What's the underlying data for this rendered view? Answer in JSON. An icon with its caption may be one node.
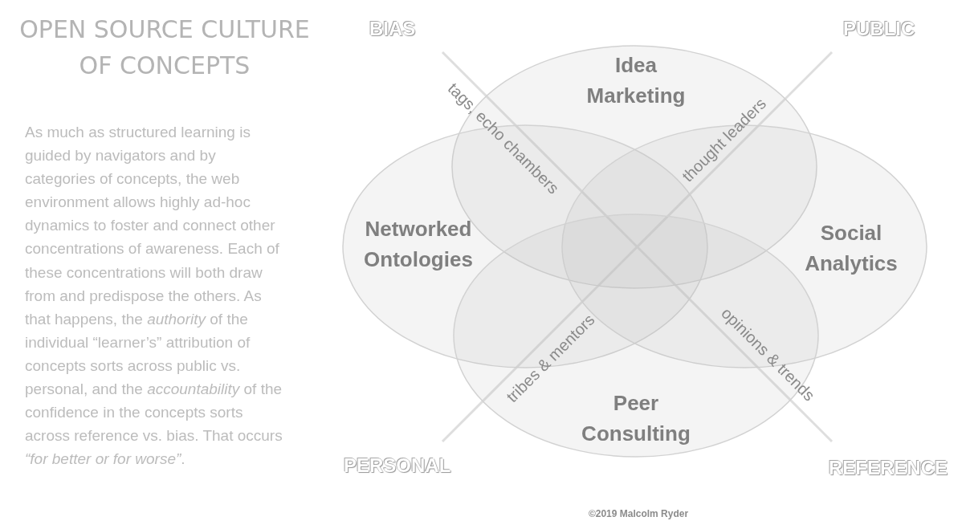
{
  "diagram": {
    "title": "OPEN SOURCE CULTURE OF CONCEPTS",
    "caption": "©2019 Malcolm Ryder",
    "nodes": [
      {
        "text": [
          "Idea Marketing"
        ]
      },
      {
        "text": [
          "Networked Ontologies"
        ]
      },
      {
        "text": [
          "Social Analytics"
        ]
      },
      {
        "text": [
          "Peer Consulting"
        ]
      }
    ],
    "labels": [
      "As much as structured learning is guided by navigators and by categories of concepts, the web environment allows highly ad-hoc dynamics to foster and connect other concentrations of awareness. Each of these concentrations will both draw from and predispose the others. As that happens, the *authority* of the individual “learner’s” attribution of concepts sorts across public vs. personal, and the *accountability* of the confidence in the concepts sorts across reference vs. bias. That occurs *“for better or for worse”*.",
      "BIAS",
      "PUBLIC",
      "tags, echo chambers",
      "thought leaders",
      "tribes & mentors",
      "opinions & trends",
      "PERSONAL",
      "REFERENCE"
    ]
  }
}
